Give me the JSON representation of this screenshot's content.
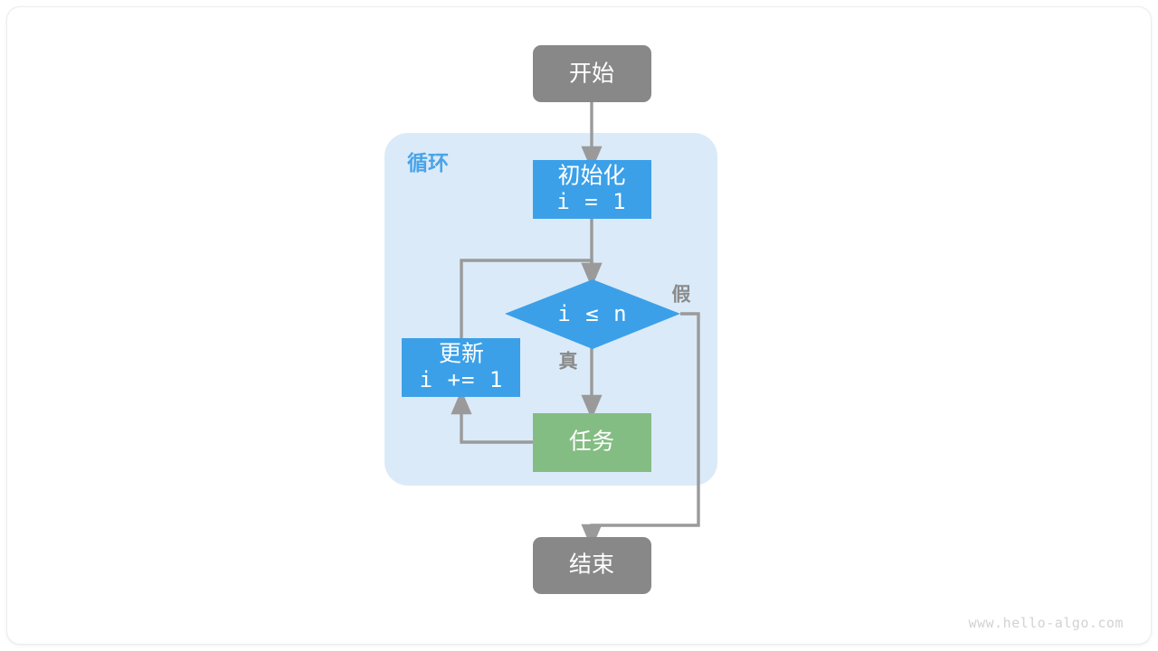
{
  "diagram": {
    "title": "for-loop-flowchart",
    "watermark": "www.hello-algo.com",
    "colors": {
      "terminator": "#888888",
      "process": "#3ba0e8",
      "decision": "#3ba0e8",
      "task": "#84bd84",
      "group_background": "#daeaf8",
      "group_label": "#4aa3e8",
      "edge": "#9a9a9a",
      "node_text": "#ffffff",
      "branch_label": "#8a8a8a",
      "page_background": "#ffffff",
      "watermark_text": "#d2d2d2"
    },
    "group": {
      "label": "循环"
    },
    "nodes": {
      "start": {
        "label": "开始",
        "shape": "rounded-rect",
        "role": "terminator"
      },
      "init": {
        "label_line1": "初始化",
        "label_line2": "i = 1",
        "shape": "rect",
        "role": "process"
      },
      "condition": {
        "label": "i ≤ n",
        "shape": "diamond",
        "role": "decision"
      },
      "update": {
        "label_line1": "更新",
        "label_line2": "i += 1",
        "shape": "rect",
        "role": "process"
      },
      "task": {
        "label": "任务",
        "shape": "rect",
        "role": "task"
      },
      "end": {
        "label": "结束",
        "shape": "rounded-rect",
        "role": "terminator"
      }
    },
    "edges": {
      "true_label": "真",
      "false_label": "假"
    }
  }
}
